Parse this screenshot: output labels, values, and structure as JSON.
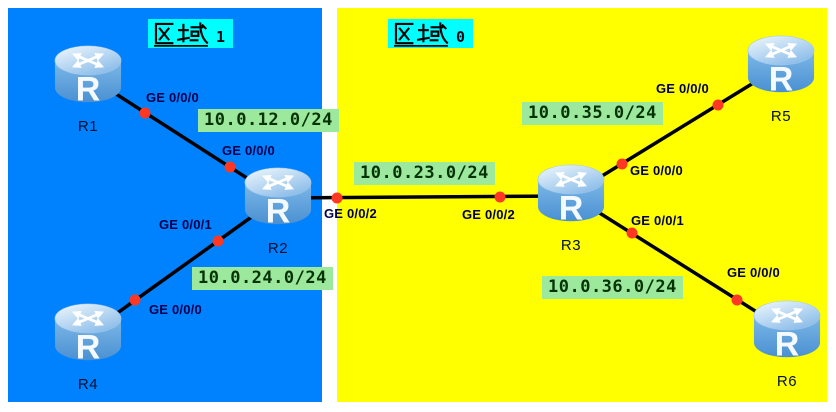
{
  "areas": [
    {
      "name": "区域",
      "number": "1",
      "full_label": "区域 1"
    },
    {
      "name": "区域",
      "number": "0",
      "full_label": "区域 0"
    }
  ],
  "routers": [
    {
      "name": "R1"
    },
    {
      "name": "R2"
    },
    {
      "name": "R3"
    },
    {
      "name": "R4"
    },
    {
      "name": "R5"
    },
    {
      "name": "R6"
    }
  ],
  "interfaces": [
    {
      "router": "R1",
      "label": "GE 0/0/0"
    },
    {
      "router": "R2",
      "label": "GE 0/0/0"
    },
    {
      "router": "R2",
      "label": "GE 0/0/1"
    },
    {
      "router": "R2",
      "label": "GE 0/0/2"
    },
    {
      "router": "R3",
      "label": "GE 0/0/2"
    },
    {
      "router": "R3",
      "label": "GE 0/0/0"
    },
    {
      "router": "R3",
      "label": "GE 0/0/1"
    },
    {
      "router": "R4",
      "label": "GE 0/0/0"
    },
    {
      "router": "R5",
      "label": "GE 0/0/0"
    },
    {
      "router": "R6",
      "label": "GE 0/0/0"
    }
  ],
  "networks": [
    {
      "cidr": "10.0.12.0/24"
    },
    {
      "cidr": "10.0.24.0/24"
    },
    {
      "cidr": "10.0.23.0/24"
    },
    {
      "cidr": "10.0.35.0/24"
    },
    {
      "cidr": "10.0.36.0/24"
    }
  ],
  "links": [
    {
      "from": "R1",
      "from_if": "GE 0/0/0",
      "to": "R2",
      "to_if": "GE 0/0/0",
      "network": "10.0.12.0/24",
      "area": "1"
    },
    {
      "from": "R2",
      "from_if": "GE 0/0/1",
      "to": "R4",
      "to_if": "GE 0/0/0",
      "network": "10.0.24.0/24",
      "area": "1"
    },
    {
      "from": "R2",
      "from_if": "GE 0/0/2",
      "to": "R3",
      "to_if": "GE 0/0/2",
      "network": "10.0.23.0/24",
      "area": "0"
    },
    {
      "from": "R3",
      "from_if": "GE 0/0/0",
      "to": "R5",
      "to_if": "GE 0/0/0",
      "network": "10.0.35.0/24",
      "area": "0"
    },
    {
      "from": "R3",
      "from_if": "GE 0/0/1",
      "to": "R6",
      "to_if": "GE 0/0/0",
      "network": "10.0.36.0/24",
      "area": "0"
    }
  ],
  "colors": {
    "area1": "#0081fe",
    "area0": "#ffff00",
    "arealabel": "#00ffff",
    "netbg": "#9ce89c",
    "nettext": "#063306",
    "iface": "#00004d",
    "name": "#001133",
    "link": "#000000",
    "dot": "#ff3824"
  }
}
